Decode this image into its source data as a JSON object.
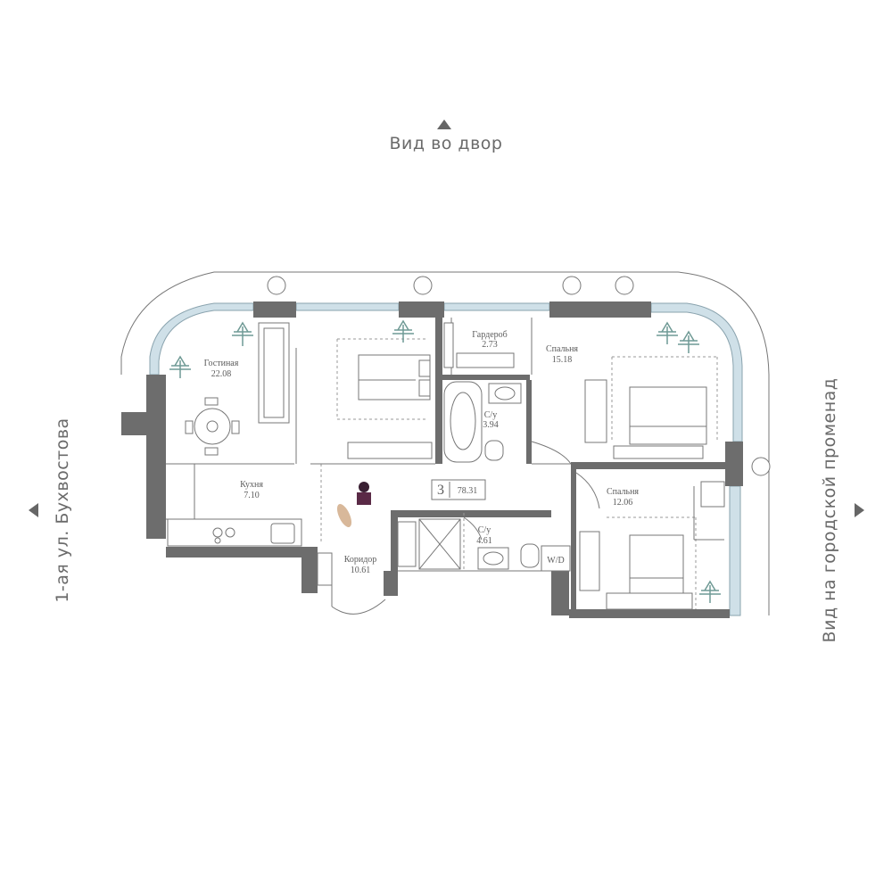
{
  "views": {
    "top": "Вид во двор",
    "left": "1-ая ул. Бухвостова",
    "right": "Вид на городской променад"
  },
  "rooms": {
    "living": {
      "name": "Гостиная",
      "area": "22.08"
    },
    "kitchen": {
      "name": "Кухня",
      "area": "7.10"
    },
    "corridor": {
      "name": "Коридор",
      "area": "10.61"
    },
    "wardrobe": {
      "name": "Гардероб",
      "area": "2.73"
    },
    "bath1": {
      "name": "С/у",
      "area": "3.94"
    },
    "bath2": {
      "name": "С/у",
      "area": "4.61"
    },
    "bedroom1": {
      "name": "Спальня",
      "area": "15.18"
    },
    "bedroom2": {
      "name": "Спальня",
      "area": "12.06"
    }
  },
  "apartment": {
    "rooms_count": "3",
    "total_area": "78.31"
  },
  "laundry_label": "W/D",
  "colors": {
    "wall": "#6d6d6d",
    "glass": "#cfe0e8",
    "plant": "#6f9a95",
    "text": "#5c5c5c"
  }
}
